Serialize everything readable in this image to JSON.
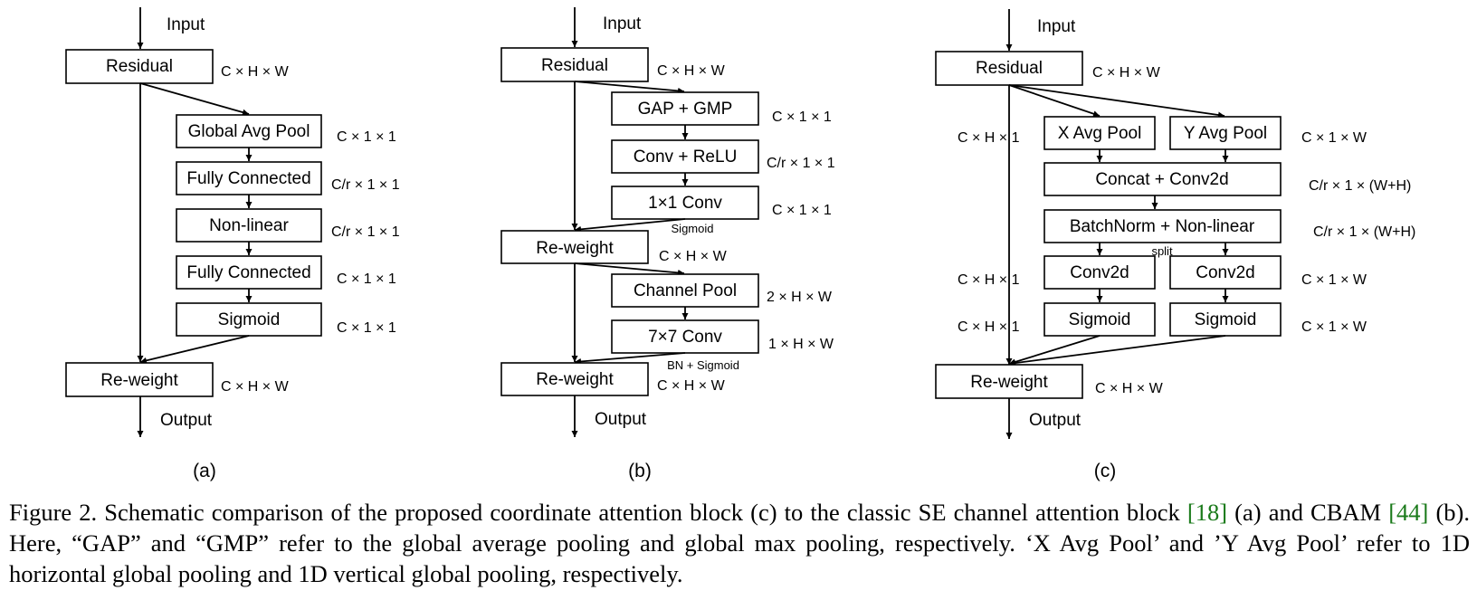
{
  "diagram_a": {
    "input": "Input",
    "output": "Output",
    "residual": "Residual",
    "gap": "Global Avg Pool",
    "fc1": "Fully Connected",
    "nonlinear": "Non-linear",
    "fc2": "Fully Connected",
    "sigmoid": "Sigmoid",
    "reweight": "Re-weight",
    "dim_residual": "C × H × W",
    "dim_gap": "C × 1 × 1",
    "dim_fc1": "C/r × 1 × 1",
    "dim_nonlinear": "C/r × 1 × 1",
    "dim_fc2": "C × 1 × 1",
    "dim_sigmoid": "C × 1 × 1",
    "dim_reweight": "C × H × W",
    "sublabel": "(a)"
  },
  "diagram_b": {
    "input": "Input",
    "output": "Output",
    "residual": "Residual",
    "gap_gmp": "GAP + GMP",
    "conv_relu": "Conv + ReLU",
    "conv1x1": "1×1 Conv",
    "sigmoid_note": "Sigmoid",
    "reweight1": "Re-weight",
    "channel_pool": "Channel Pool",
    "conv7x7": "7×7 Conv",
    "bn_sigmoid_note": "BN + Sigmoid",
    "reweight2": "Re-weight",
    "dim_residual": "C × H × W",
    "dim_gap_gmp": "C × 1 × 1",
    "dim_conv_relu": "C/r × 1 × 1",
    "dim_conv1x1": "C × 1 × 1",
    "dim_reweight1": "C × H × W",
    "dim_channel_pool": "2 × H × W",
    "dim_conv7x7": "1 × H × W",
    "dim_reweight2": "C × H × W",
    "sublabel": "(b)"
  },
  "diagram_c": {
    "input": "Input",
    "output": "Output",
    "residual": "Residual",
    "x_avg_pool": "X Avg Pool",
    "y_avg_pool": "Y Avg Pool",
    "concat_conv": "Concat + Conv2d",
    "bn_nonlinear": "BatchNorm + Non-linear",
    "split_note": "split",
    "conv2d_left": "Conv2d",
    "conv2d_right": "Conv2d",
    "sigmoid_left": "Sigmoid",
    "sigmoid_right": "Sigmoid",
    "reweight": "Re-weight",
    "dim_residual": "C × H × W",
    "dim_x_pool": "C × H × 1",
    "dim_y_pool": "C × 1 × W",
    "dim_concat": "C/r × 1 × (W+H)",
    "dim_bn": "C/r × 1 × (W+H)",
    "dim_conv_left": "C × H × 1",
    "dim_conv_right": "C × 1 × W",
    "dim_sig_left": "C × H × 1",
    "dim_sig_right": "C × 1 × W",
    "dim_reweight": "C × H × W",
    "sublabel": "(c)"
  },
  "caption": {
    "part1": "Figure 2. Schematic comparison of the proposed coordinate attention block (c) to the classic SE channel attention block ",
    "ref1": "[18]",
    "part2": " (a) and CBAM ",
    "ref2": "[44]",
    "part3": " (b). Here, “GAP” and “GMP” refer to the global average pooling and global max pooling, respectively. ‘X Avg Pool’ and ’Y Avg Pool’ refer to 1D horizontal global pooling and 1D vertical global pooling, respectively."
  }
}
